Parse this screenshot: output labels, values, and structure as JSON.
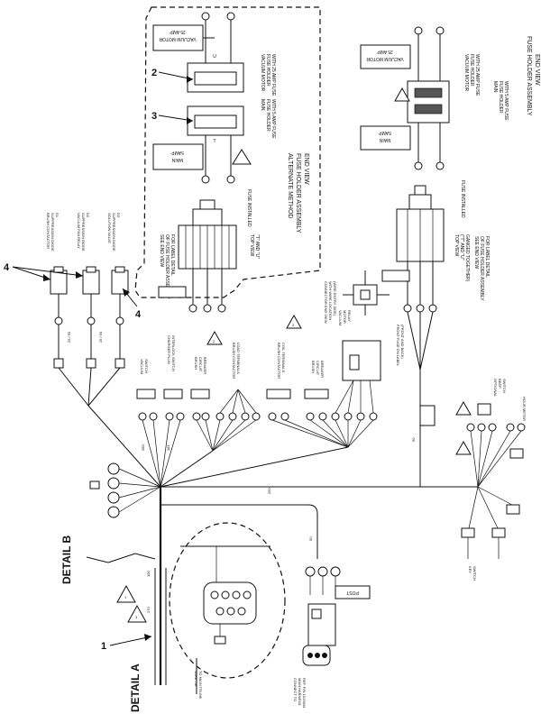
{
  "callouts": {
    "c1": "1",
    "c2": "2",
    "c3": "3",
    "c4a": "4",
    "c4b": "4"
  },
  "details": {
    "detail_a": "DETAIL A",
    "detail_b": "DETAIL B"
  },
  "alternate_fuse": {
    "title_1": "ALTERNATE METHOD",
    "title_2": "FUSE HOLDER ASSEMBLY",
    "title_3": "END VIEW",
    "vacuum_motor_label": "VACUUM MOTOR",
    "vacuum_motor_amp": "25 AMP",
    "main_label": "MAIN",
    "main_amp": "5AMP",
    "note_vacuum_1": "VACUUM MOTOR",
    "note_vacuum_2": "FUSE HOLDER",
    "note_vacuum_3": "WITH 25 AMP FUSE",
    "note_main_1": "MAIN",
    "note_main_2": "FUSE HOLDER",
    "note_main_3": "WITH 5 AMP FUSE",
    "fuse_installed": "FUSE INSTALLED",
    "top_view": "TOP VIEW",
    "top_view_sub": "\"T\" AND \"U\"",
    "see_end_view_1": "SEE END VIEW",
    "see_end_view_2": "OF FUSE HOLDER ASSEMBLY",
    "see_end_view_3": "FOR LABEL DETAIL",
    "tag_u": "U",
    "tag_t": "T"
  },
  "right_fuse": {
    "title_1": "FUSE HOLDER ASSEMBLY",
    "title_2": "END VIEW",
    "vacuum_motor_label": "VACUUM MOTOR",
    "vacuum_motor_amp": "25 AMP",
    "main_label": "MAIN",
    "main_amp": "5AMP",
    "note_vacuum_1": "VACUUM MOTOR",
    "note_vacuum_2": "FUSE HOLDER",
    "note_vacuum_3": "WITH 25 AMP FUSE",
    "note_main_1": "MAIN",
    "note_main_2": "FUSE HOLDER",
    "note_main_3": "WITH 5 AMP FUSE",
    "fuse_installed": "FUSE INSTALLED",
    "top_view": "TOP VIEW",
    "top_view_sub_1": "(\"T\" AND \"U\"",
    "top_view_sub_2": "GANGED TOGETHER)",
    "see_end_view_1": "SEE END VIEW",
    "see_end_view_2": "OF FUSE HOLDER ASSEMBLY",
    "see_end_view_3": "FOR LABEL DETAIL"
  },
  "diodes": {
    "d1_1": "BRUSH CONTACTOR",
    "d1_2": "SUPPRESSION DIODE",
    "d1_3": "D1",
    "d2_1": "VACUUM FAN RELAY",
    "d2_2": "SUPPRESSION DIODE",
    "d2_3": "D2",
    "d3_1": "SOLUTION VALVE",
    "d3_2": "SUPPRESSION DIODE",
    "d3_3": "D3"
  },
  "components": {
    "vacuum_switch_1": "VACUUM",
    "vacuum_switch_2": "SWITCH",
    "charger_1": "CHARGER PLUG",
    "charger_2": "INTERLOCK SWITCH",
    "brush_breaker_1": "BRUSH",
    "brush_breaker_2": "CIRCUIT",
    "brush_breaker_3": "BREAKER",
    "brush_contactor_load_1": "BRUSH CONTACTOR",
    "brush_contactor_load_2": "LOAD TERMINALS",
    "brush_contactor_coil_1": "BRUSH CONTACTOR",
    "brush_contactor_coil_2": "COIL TERMINALS",
    "brush_circuit_1": "BRUSH",
    "brush_circuit_2": "CIRCUIT",
    "brush_circuit_3": "BREAKER",
    "vacuum_relay_1": "VACUUM",
    "vacuum_relay_2": "MOTOR",
    "vacuum_relay_3": "RELAY",
    "hour_meter": "HOUR METER",
    "optional_1": "OPTIONAL",
    "optional_2": "BEEP",
    "optional_3": "SWITCH",
    "key_1": "KEY",
    "key_2": "SWITCH",
    "connector_1": "CONNECTOR END VIEW",
    "connector_2": "WITH WIRE LOCATION",
    "connector_3": "(WIRE ENTRY SIDE)",
    "front_tag_1": "FRONT FUSE ON LABEL",
    "front_tag_2": "(FRONT AND BACK)",
    "post_label": "POST",
    "connect_1": "CONNECT TO",
    "connect_2": "MAIN HARNESS",
    "connect_3": "REF. P/N 1013644",
    "wire_tie_1": "WIRE TIE",
    "wire_tie_2": "TO MAIN TRUNK",
    "warn_1": "1",
    "warn_2": "2",
    "warn_3": "3"
  },
  "wire_numbers": {
    "w280": "280",
    "w281": "281",
    "w250": "250",
    "w100": "100",
    "w270": "270",
    "w50a": "50",
    "w50b": "50",
    "w25a": "25 / 50",
    "w25b": "25 / 50"
  }
}
